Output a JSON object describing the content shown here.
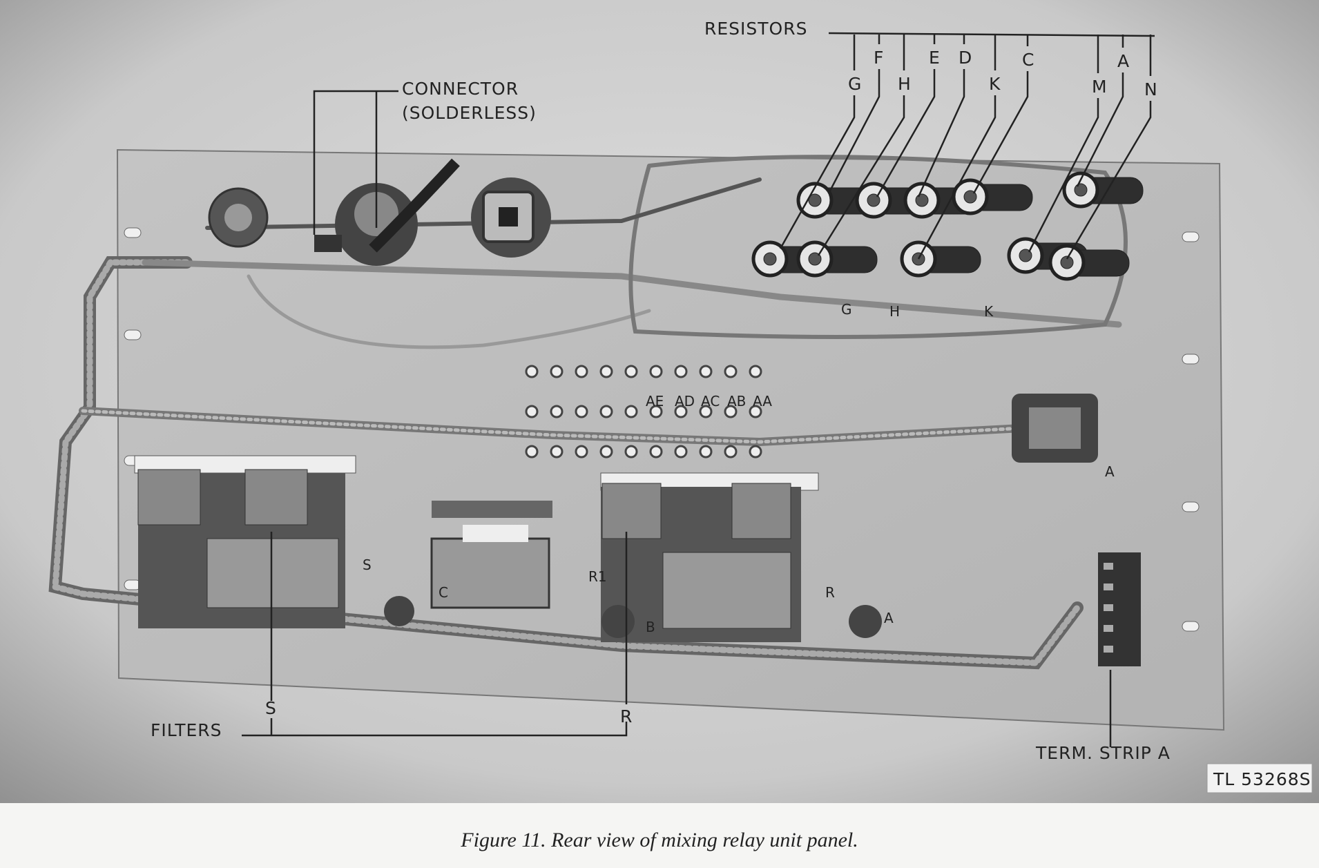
{
  "labels": {
    "resistors": "RESISTORS",
    "resistor_letters_top": [
      "F",
      "E",
      "D",
      "C",
      "A"
    ],
    "resistor_letters_bottom": [
      "G",
      "H",
      "K",
      "M",
      "N"
    ],
    "connector_line1": "CONNECTOR",
    "connector_line2": "(SOLDERLESS)",
    "filters": "FILTERS",
    "filter_s": "S",
    "filter_r": "R",
    "term_strip": "TERM. STRIP A",
    "figure_id": "TL 53268S"
  },
  "panel_markings": {
    "resistor_row": [
      "G",
      "H",
      "K"
    ],
    "terminals": [
      "AE",
      "AD",
      "AC",
      "AB",
      "AA"
    ],
    "connector_a": "A",
    "relay_s": "S",
    "relay_r": "R",
    "relay_r1": "R1",
    "relay_b": "B",
    "jack_a": "A",
    "relay_c": "C"
  },
  "caption": "Figure 11.  Rear view of mixing relay unit panel."
}
